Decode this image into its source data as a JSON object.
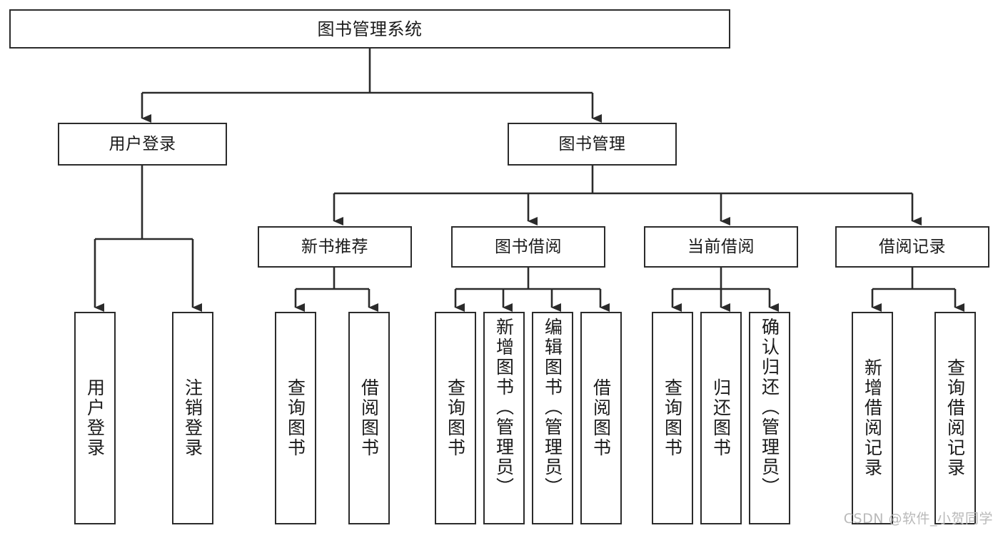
{
  "diagram": {
    "type": "tree-hierarchy",
    "title": "图书管理系统",
    "watermark": "CSDN @软件_小贺同学",
    "colors": {
      "background": "#ffffff",
      "node_fill": "#ffffff",
      "node_border": "#2b2b2b",
      "edge": "#2b2b2b",
      "text": "#1a1a1a",
      "watermark": "#b9b9b9"
    },
    "nodes": {
      "root": {
        "label": "图书管理系统"
      },
      "level2": [
        {
          "id": "user-login",
          "label": "用户登录"
        },
        {
          "id": "book-manage",
          "label": "图书管理"
        }
      ],
      "level3": [
        {
          "id": "new-book-recommend",
          "label": "新书推荐"
        },
        {
          "id": "book-borrow",
          "label": "图书借阅"
        },
        {
          "id": "current-borrow",
          "label": "当前借阅"
        },
        {
          "id": "borrow-record",
          "label": "借阅记录"
        }
      ],
      "leaves": {
        "user_login": [
          {
            "id": "leaf-user-login",
            "label": "用户登录"
          },
          {
            "id": "leaf-logout",
            "label": "注销登录"
          }
        ],
        "new_book_recommend": [
          {
            "id": "leaf-query-book-1",
            "label": "查询图书"
          },
          {
            "id": "leaf-borrow-book-1",
            "label": "借阅图书"
          }
        ],
        "book_borrow": [
          {
            "id": "leaf-query-book-2",
            "label": "查询图书"
          },
          {
            "id": "leaf-add-book",
            "label": "新增图书（管理员）"
          },
          {
            "id": "leaf-edit-book",
            "label": "编辑图书（管理员）"
          },
          {
            "id": "leaf-borrow-book-2",
            "label": "借阅图书"
          }
        ],
        "current_borrow": [
          {
            "id": "leaf-query-book-3",
            "label": "查询图书"
          },
          {
            "id": "leaf-return-book",
            "label": "归还图书"
          },
          {
            "id": "leaf-confirm-return",
            "label": "确认归还（管理员）"
          }
        ],
        "borrow_record": [
          {
            "id": "leaf-add-record",
            "label": "新增借阅记录"
          },
          {
            "id": "leaf-query-record",
            "label": "查询借阅记录"
          }
        ]
      }
    }
  }
}
